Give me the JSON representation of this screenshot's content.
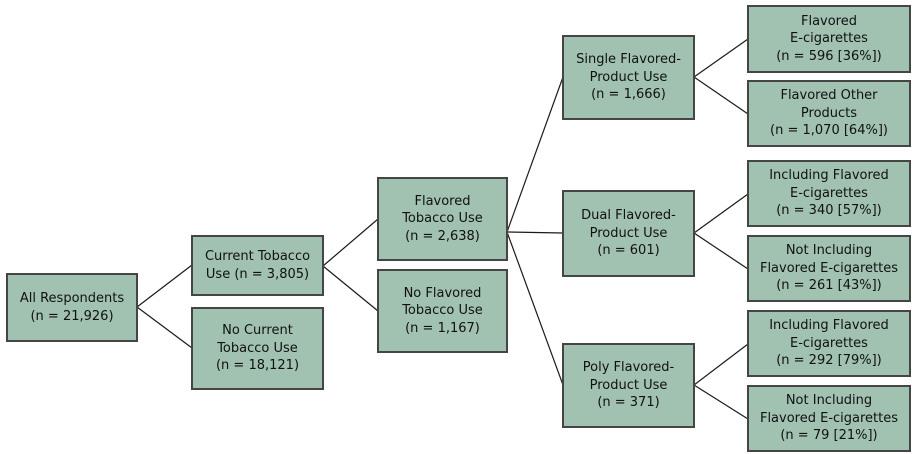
{
  "diagram": {
    "description": "Flow diagram of survey respondents by tobacco and flavored-product use",
    "nodes": [
      {
        "id": "all-respondents",
        "lines": [
          "All Respondents",
          "(n = 21,926)"
        ]
      },
      {
        "id": "current-tobacco-use",
        "lines": [
          "Current Tobacco",
          "Use (n = 3,805)"
        ]
      },
      {
        "id": "no-current-tobacco-use",
        "lines": [
          "No Current",
          "Tobacco Use",
          "(n = 18,121)"
        ]
      },
      {
        "id": "flavored-tobacco-use",
        "lines": [
          "Flavored",
          "Tobacco Use",
          "(n = 2,638)"
        ]
      },
      {
        "id": "no-flavored-tobacco-use",
        "lines": [
          "No Flavored",
          "Tobacco Use",
          "(n = 1,167)"
        ]
      },
      {
        "id": "single-flavored-product-use",
        "lines": [
          "Single Flavored-",
          "Product Use",
          "(n = 1,666)"
        ]
      },
      {
        "id": "dual-flavored-product-use",
        "lines": [
          "Dual Flavored-",
          "Product Use",
          "(n = 601)"
        ]
      },
      {
        "id": "poly-flavored-product-use",
        "lines": [
          "Poly Flavored-",
          "Product Use",
          "(n = 371)"
        ]
      },
      {
        "id": "flavored-e-cigarettes",
        "lines": [
          "Flavored",
          "E-cigarettes",
          "(n = 596 [36%])"
        ]
      },
      {
        "id": "flavored-other-products",
        "lines": [
          "Flavored Other",
          "Products",
          "(n = 1,070 [64%])"
        ]
      },
      {
        "id": "dual-including-flavored-e-cigarettes",
        "lines": [
          "Including Flavored",
          "E-cigarettes",
          "(n = 340 [57%])"
        ]
      },
      {
        "id": "dual-not-including-flavored-e-cigarettes",
        "lines": [
          "Not Including",
          "Flavored E-cigarettes",
          "(n = 261 [43%])"
        ]
      },
      {
        "id": "poly-including-flavored-e-cigarettes",
        "lines": [
          "Including Flavored",
          "E-cigarettes",
          "(n = 292 [79%])"
        ]
      },
      {
        "id": "poly-not-including-flavored-e-cigarettes",
        "lines": [
          "Not Including",
          "Flavored E-cigarettes",
          "(n = 79 [21%])"
        ]
      }
    ],
    "edges": [
      [
        "all-respondents",
        "current-tobacco-use"
      ],
      [
        "all-respondents",
        "no-current-tobacco-use"
      ],
      [
        "current-tobacco-use",
        "flavored-tobacco-use"
      ],
      [
        "current-tobacco-use",
        "no-flavored-tobacco-use"
      ],
      [
        "flavored-tobacco-use",
        "single-flavored-product-use"
      ],
      [
        "flavored-tobacco-use",
        "dual-flavored-product-use"
      ],
      [
        "flavored-tobacco-use",
        "poly-flavored-product-use"
      ],
      [
        "single-flavored-product-use",
        "flavored-e-cigarettes"
      ],
      [
        "single-flavored-product-use",
        "flavored-other-products"
      ],
      [
        "dual-flavored-product-use",
        "dual-including-flavored-e-cigarettes"
      ],
      [
        "dual-flavored-product-use",
        "dual-not-including-flavored-e-cigarettes"
      ],
      [
        "poly-flavored-product-use",
        "poly-including-flavored-e-cigarettes"
      ],
      [
        "poly-flavored-product-use",
        "poly-not-including-flavored-e-cigarettes"
      ]
    ],
    "colors": {
      "node_fill": "#a1c1b1",
      "node_border": "#454545",
      "edge_line": "#1a1a1a",
      "background": "#ffffff",
      "text": "#111111"
    }
  }
}
